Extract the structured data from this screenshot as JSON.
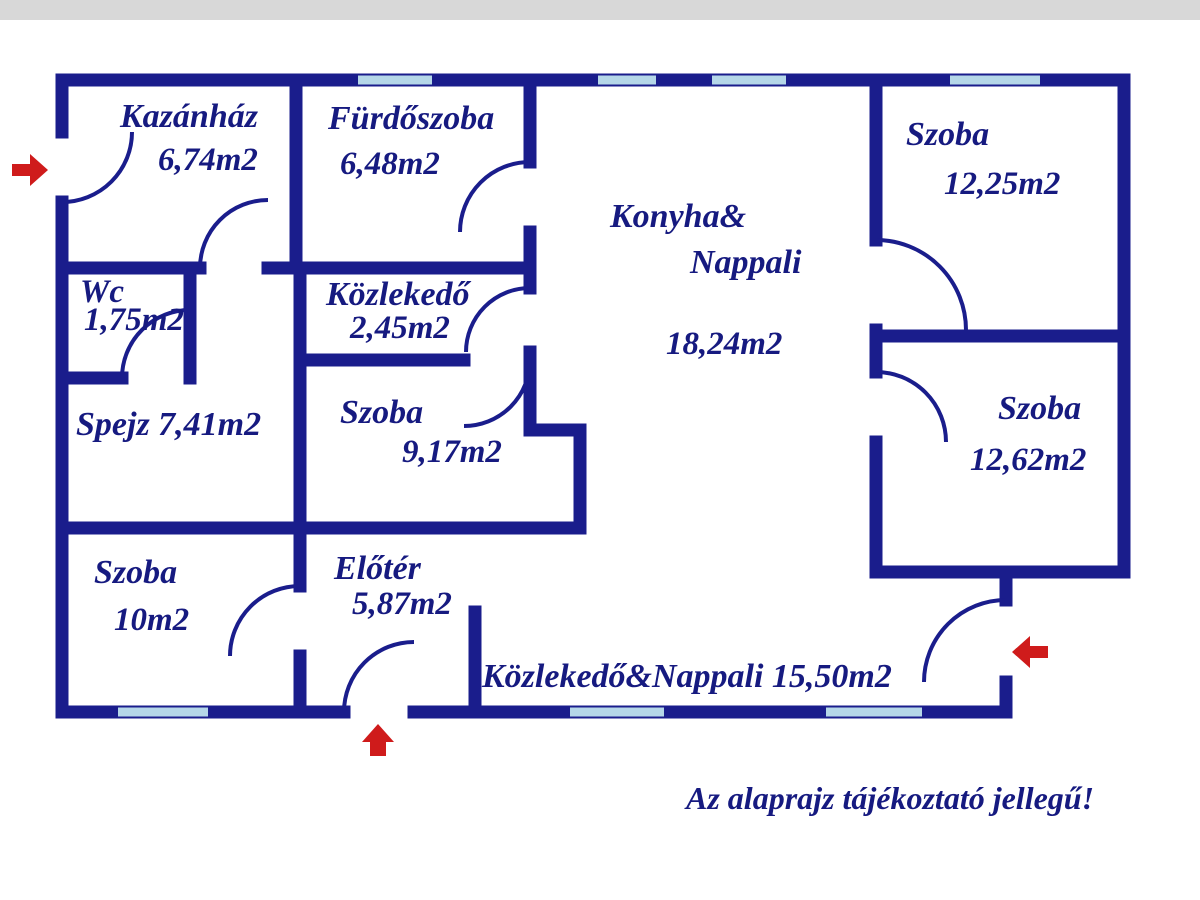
{
  "colors": {
    "wall": "#1a1d8c",
    "window": "#b5d7e8",
    "arrow": "#cf1b1b",
    "ink": "#161a80",
    "topbar": "#d8d8d8"
  },
  "labels": {
    "kazanhaz": {
      "name": "Kazánház",
      "area": "6,74m2"
    },
    "furdoszoba": {
      "name": "Fürdőszoba",
      "area": "6,48m2"
    },
    "konyha": {
      "line1": "Konyha&",
      "line2": "Nappali",
      "area": "18,24m2"
    },
    "szoba_tr": {
      "name": "Szoba",
      "area": "12,25m2"
    },
    "wc": {
      "name": "Wc",
      "area": "1,75m2"
    },
    "kozlekedo": {
      "name": "Közlekedő",
      "area": "2,45m2"
    },
    "spejz": {
      "text": "Spejz 7,41m2"
    },
    "szoba_mid": {
      "name": "Szoba",
      "area": "9,17m2"
    },
    "szoba_r": {
      "name": "Szoba",
      "area": "12,62m2"
    },
    "szoba_bl": {
      "name": "Szoba",
      "area": "10m2"
    },
    "eloter": {
      "name": "Előtér",
      "area": "5,87m2"
    },
    "folyoso": {
      "text": "Közlekedő&Nappali 15,50m2"
    },
    "disclaimer": "Az alaprajz tájékoztató jellegű!"
  }
}
